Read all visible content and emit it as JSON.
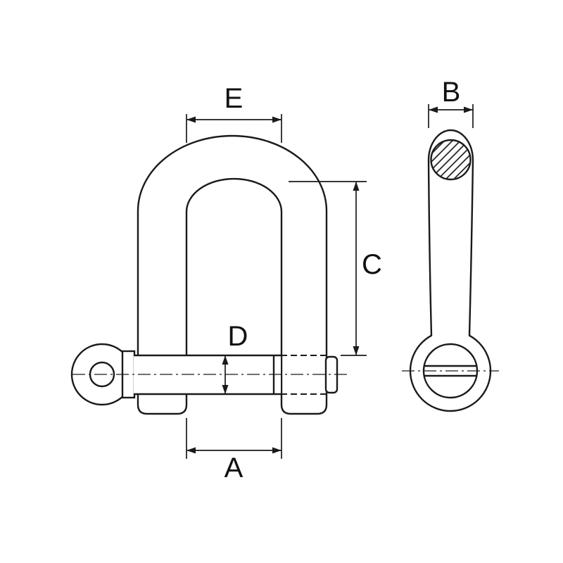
{
  "diagram": {
    "stroke_color": "#1a1a1a",
    "background_color": "#ffffff",
    "labels": {
      "e": "E",
      "c": "C",
      "d": "D",
      "a": "A",
      "b": "B"
    }
  }
}
